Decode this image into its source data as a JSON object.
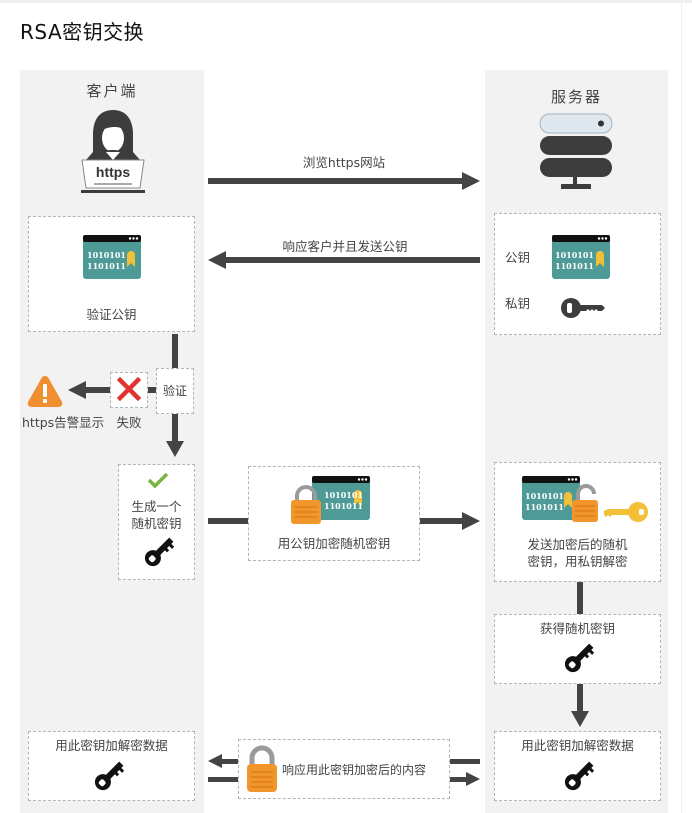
{
  "title": "RSA密钥交换",
  "lanes": {
    "client": {
      "title": "客户端"
    },
    "server": {
      "title": "服务器"
    }
  },
  "client_icon": {
    "laptop_text": "https"
  },
  "cert": {
    "line1": "1010101",
    "line2": "1101011"
  },
  "arrows": {
    "browse": "浏览https网站",
    "respond_pubkey": "响应客户并且发送公钥"
  },
  "client_boxes": {
    "verify_pubkey": "验证公钥",
    "verify": "验证",
    "fail": "失败",
    "warning": "https告警显示",
    "generate_line1": "生成一个",
    "generate_line2": "随机密钥",
    "use_key": "用此密钥加解密数据"
  },
  "middle_boxes": {
    "encrypt_random": "用公钥加密随机密钥",
    "response_encrypted": "响应用此密钥加密后的内容"
  },
  "server_boxes": {
    "public_key": "公钥",
    "private_key": "私钥",
    "send_decrypt_line1": "发送加密后的随机",
    "send_decrypt_line2": "密钥，用私钥解密",
    "get_random": "获得随机密钥",
    "use_key": "用此密钥加解密数据"
  },
  "colors": {
    "arrow": "#444444",
    "cert_teal": "#4e9a96",
    "ribbon": "#f2c037",
    "lock_orange": "#f0962b",
    "warning_orange": "#ef8f2f",
    "fail_red": "#e2312f",
    "check_green": "#7cb342",
    "gold_key": "#f2c037"
  }
}
